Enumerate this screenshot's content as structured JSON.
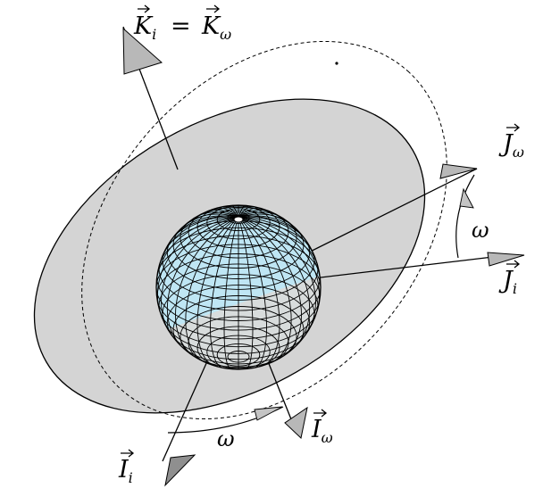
{
  "labels": {
    "k_axis": {
      "main": "K",
      "sub": "i",
      "eq": "=",
      "main2": "K",
      "sub2": "ω"
    },
    "j_omega": {
      "main": "J",
      "sub": "ω"
    },
    "j_i": {
      "main": "J",
      "sub": "i"
    },
    "i_omega": {
      "main": "I",
      "sub": "ω"
    },
    "i_i": {
      "main": "I",
      "sub": "i"
    },
    "omega_right": "ω",
    "omega_bottom": "ω"
  },
  "colors": {
    "plane_fill": "#d4d4d4",
    "sphere_fill": "#bfe6f4",
    "sphere_lower": "#d8dcdc",
    "arrow_fill": "#b8b8b8",
    "ink": "#000000"
  }
}
